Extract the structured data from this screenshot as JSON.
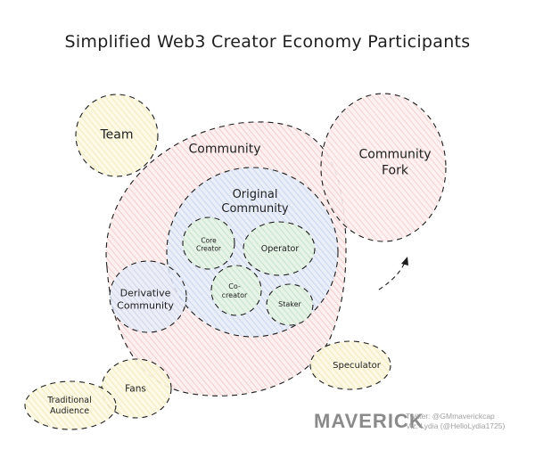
{
  "title": "Simplified Web3 Creator Economy Participants",
  "colors": {
    "pink_fill": "#f8d7d7",
    "blue_fill": "#d6e2f5",
    "green_fill": "#d3ecd6",
    "yellow_fill": "#f8f1c8",
    "stroke": "#1e1e1e",
    "brand_gray": "#8a8a8a"
  },
  "nodes": {
    "team": "Team",
    "community": "Community",
    "community_fork_line1": "Community",
    "community_fork_line2": "Fork",
    "original_community_line1": "Original",
    "original_community_line2": "Community",
    "core_creator_line1": "Core",
    "core_creator_line2": "Creator",
    "operator": "Operator",
    "co_creator_line1": "Co-",
    "co_creator_line2": "creator",
    "staker": "Staker",
    "derivative_community_line1": "Derivative",
    "derivative_community_line2": "Community",
    "speculator": "Speculator",
    "fans": "Fans",
    "traditional_audience_line1": "Traditional",
    "traditional_audience_line2": "Audience"
  },
  "footer": {
    "brand": "MAVERICK",
    "twitter": "Twitter: @GMmaverickcap",
    "viz": "Viz: Lydia (@HelloLydia1725)"
  }
}
